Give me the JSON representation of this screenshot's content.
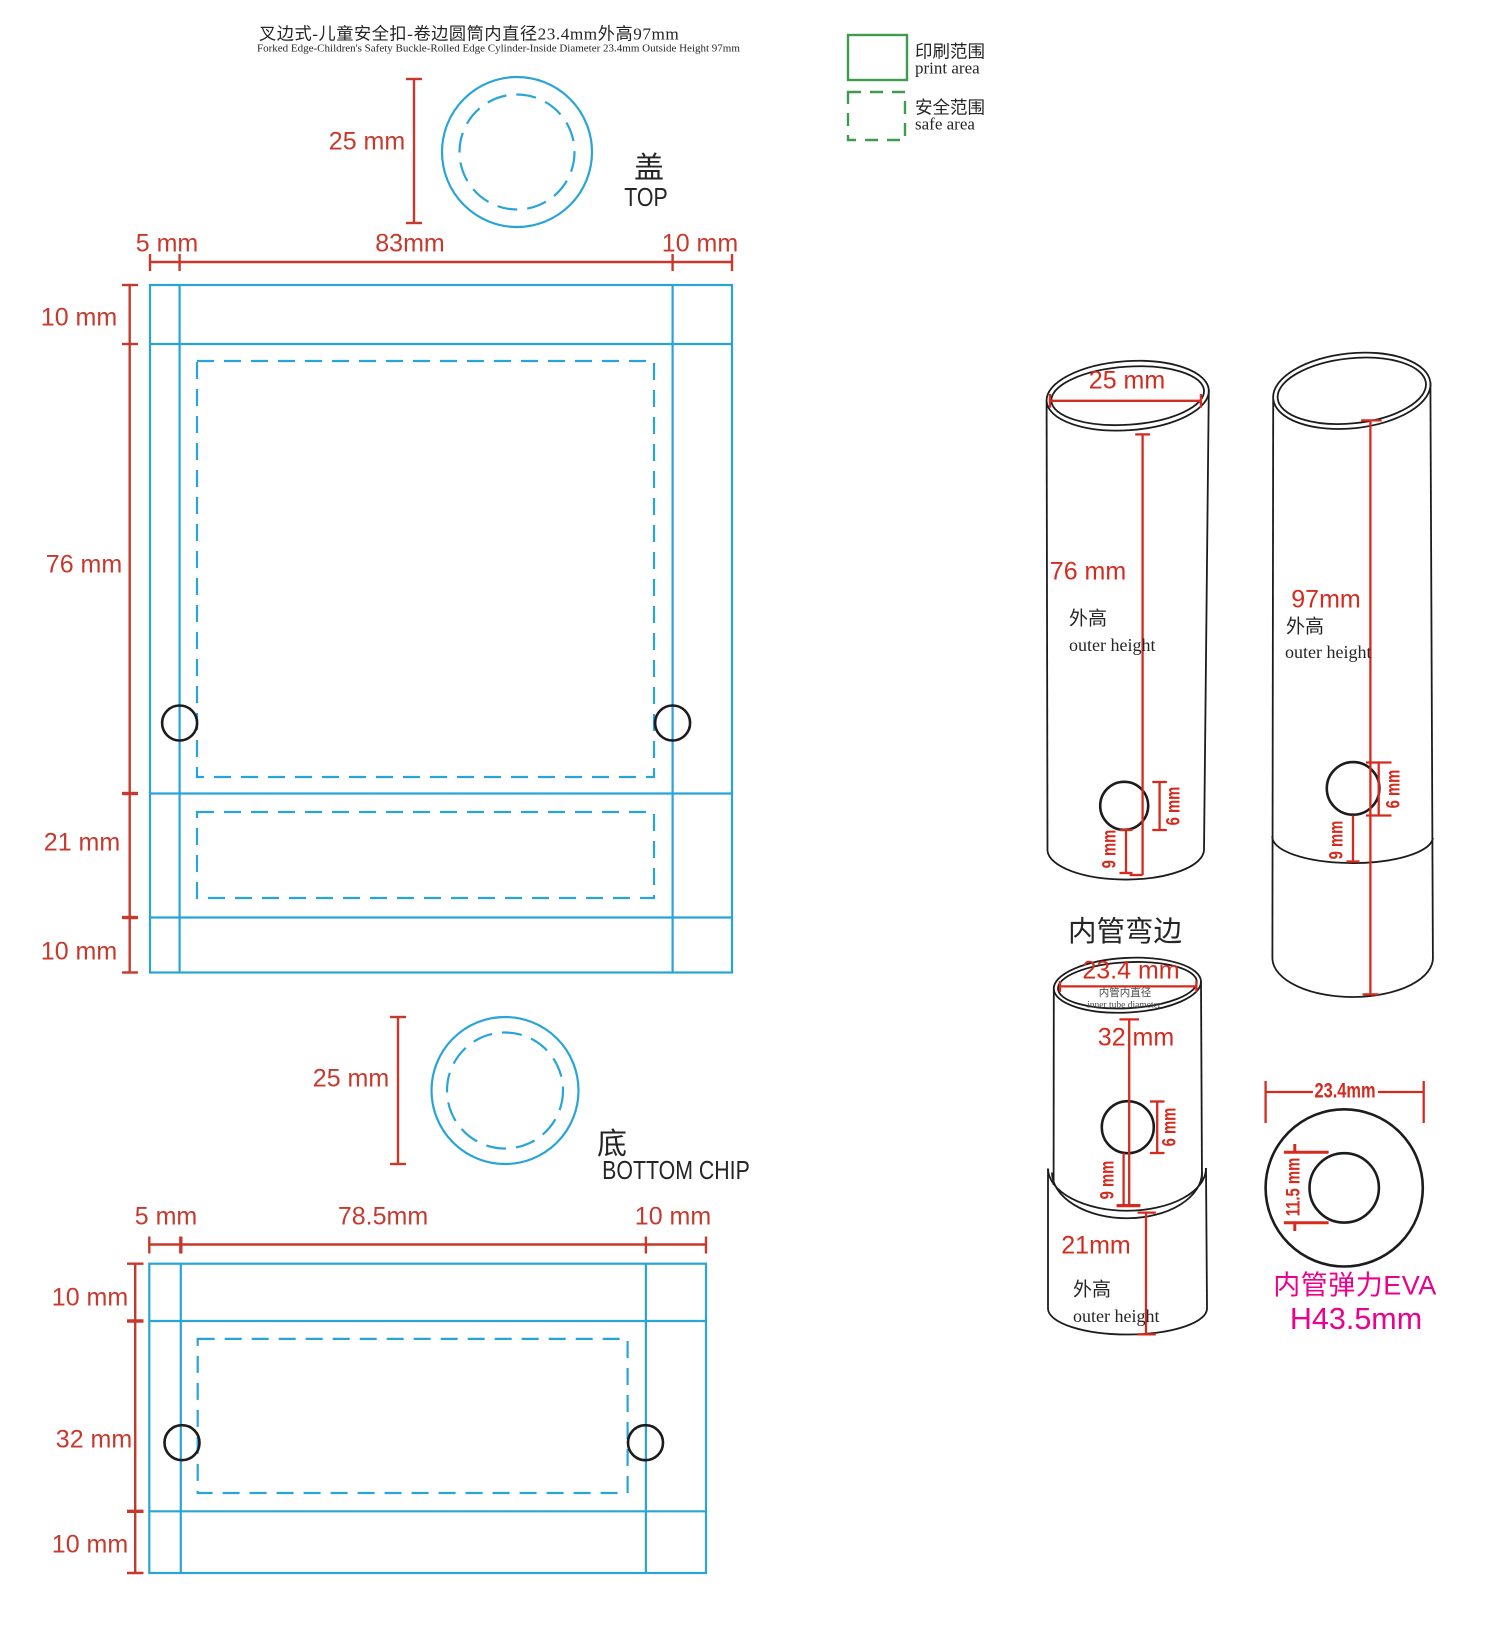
{
  "colors": {
    "dieline_cyan": "#29a4d9",
    "dimension_red": "#c8392d",
    "bright_red": "#d52a1e",
    "legend_green": "#3f9b4e",
    "material_magenta": "#ec008c",
    "outline_black": "#1c1c1c"
  },
  "header": {
    "title": "叉边式-儿童安全扣-卷边圆筒内直径23.4mm外高97mm",
    "subtitle": "Forked Edge-Children's Safety Buckle-Rolled Edge Cylinder-Inside Diameter 23.4mm Outside Height 97mm"
  },
  "legend": {
    "print_area_zh": "印刷范围",
    "print_area_en": "print area",
    "safe_area_zh": "安全范围",
    "safe_area_en": "safe area"
  },
  "top_view": {
    "name_zh": "盖",
    "name_en": "TOP",
    "cap_diameter": "25 mm",
    "width_segments": [
      "5 mm",
      "83mm",
      "10 mm"
    ],
    "height_segments": [
      "10 mm",
      "76 mm",
      "21 mm",
      "10 mm"
    ]
  },
  "bottom_view": {
    "name_zh": "底",
    "name_en": "BOTTOM CHIP",
    "cap_diameter": "25 mm",
    "width_segments": [
      "5 mm",
      "78.5mm",
      "10 mm"
    ],
    "height_segments": [
      "10 mm",
      "32 mm",
      "10 mm"
    ]
  },
  "cylinder_76": {
    "diameter": "25 mm",
    "height": "76 mm",
    "outer_height_zh": "外高",
    "outer_height_en": "outer height",
    "hole_diameter": "6 mm",
    "hole_offset": "9 mm"
  },
  "cylinder_97": {
    "height": "97mm",
    "outer_height_zh": "外高",
    "outer_height_en": "outer height",
    "hole_diameter": "6 mm",
    "hole_offset": "9 mm"
  },
  "inner_tube": {
    "title": "内管弯边",
    "diameter": "23.4 mm",
    "diameter_note_zh": "内管内直径",
    "diameter_note_en": "inner tube diameter",
    "upper_height": "32 mm",
    "hole_diameter": "6 mm",
    "hole_offset": "9 mm",
    "flange_height": "21mm",
    "outer_height_zh": "外高",
    "outer_height_en": "outer height"
  },
  "eva_ring": {
    "outer_diameter": "23.4mm",
    "inner_diameter": "11.5 mm",
    "material_line1": "内管弹力EVA",
    "material_line2": "H43.5mm"
  }
}
